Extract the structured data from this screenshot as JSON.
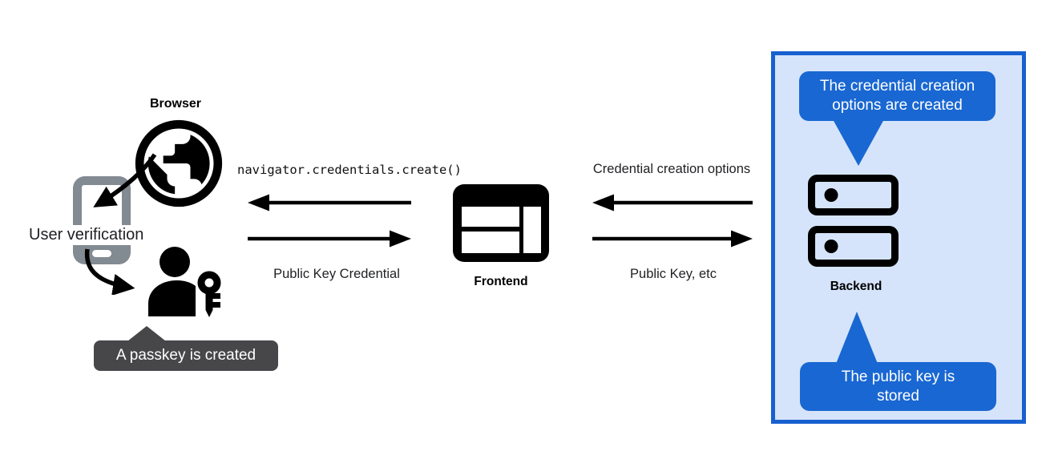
{
  "colors": {
    "accent_blue": "#1967d2",
    "panel_background": "#d5e4fb",
    "panel_border": "#1760cf",
    "dark_tooltip_background": "#474749",
    "phone_gray": "#828a92",
    "icon_black": "#000000"
  },
  "left": {
    "browser_label": "Browser",
    "user_verification_label": "User verification",
    "passkey_tooltip_text": "A passkey is created"
  },
  "center": {
    "code_call": "navigator.credentials.create()",
    "return_label": "Public Key Credential",
    "frontend_label": "Frontend"
  },
  "right": {
    "request_label": "Credential creation options",
    "response_label": "Public Key, etc",
    "backend_label": "Backend",
    "top_tooltip_text": "The credential creation options are created",
    "bottom_tooltip_text": "The public key is stored"
  }
}
